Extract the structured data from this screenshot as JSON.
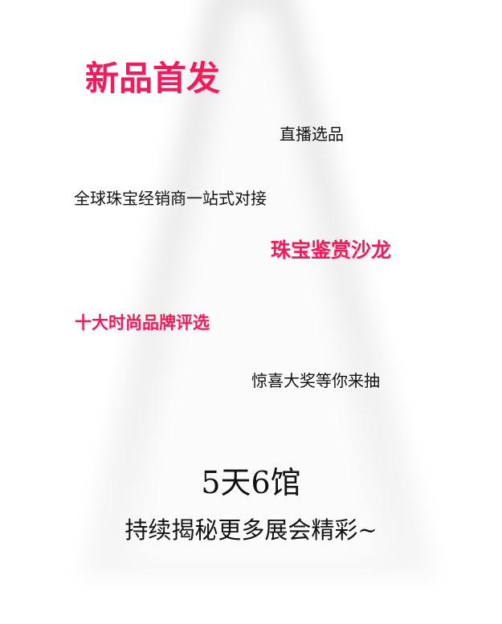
{
  "headline": "新品首发",
  "items": [
    "直播选品",
    "全球珠宝经销商一站式对接",
    "珠宝鉴赏沙龙",
    "十大时尚品牌评选",
    "惊喜大奖等你来抽"
  ],
  "footer": {
    "title": "5天6馆",
    "subtitle": "持续揭秘更多展会精彩~"
  },
  "colors": {
    "accent": "#f5195a",
    "text": "#111111"
  }
}
